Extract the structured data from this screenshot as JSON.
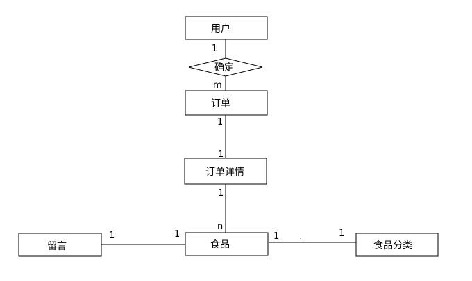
{
  "entities": {
    "user": "用户",
    "order": "订单",
    "order_detail": "订单详情",
    "food": "食品",
    "message": "留言",
    "food_category": "食品分类"
  },
  "relationships": {
    "confirm": "确定"
  },
  "cardinalities": {
    "user_confirm": "1",
    "confirm_order": "m",
    "order_detail_top": "1",
    "detail_order_side": "1",
    "detail_food_side": "1",
    "food_detail_side": "n",
    "message_side": "1",
    "food_message_side": "1",
    "food_category_side": "1",
    "category_side": "1"
  },
  "marks": {
    "dot": "."
  }
}
